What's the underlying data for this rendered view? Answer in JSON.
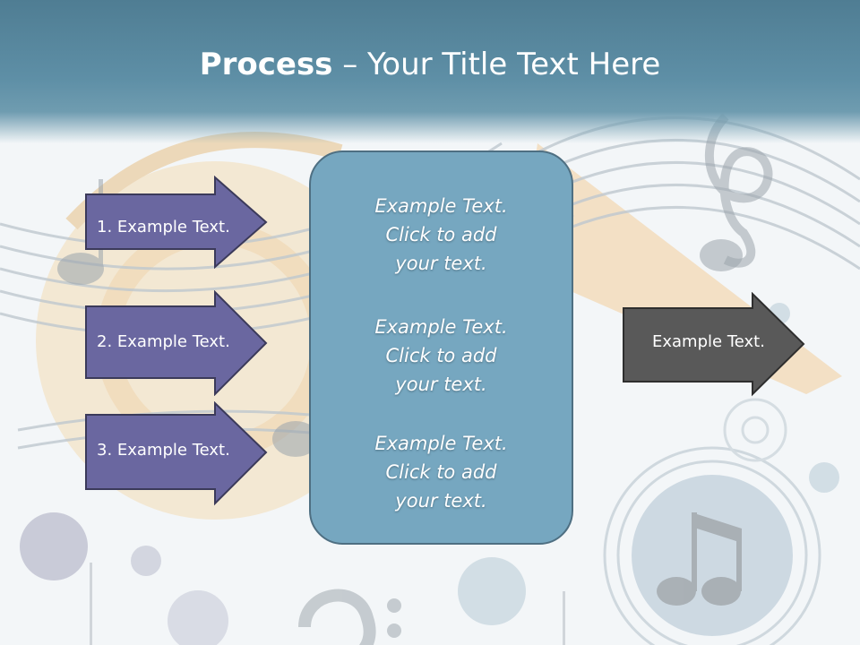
{
  "slide": {
    "title_bold": "Process",
    "title_rest": " – Your Title Text Here"
  },
  "left_arrows": [
    {
      "label": "1. Example Text."
    },
    {
      "label": "2. Example Text."
    },
    {
      "label": "3. Example Text."
    }
  ],
  "center_box": {
    "paragraphs": [
      {
        "line1": "Example Text.",
        "line2": "Click  to add",
        "line3": "your text."
      },
      {
        "line1": "Example Text.",
        "line2": "Click  to add",
        "line3": "your text."
      },
      {
        "line1": "Example Text.",
        "line2": "Click  to add",
        "line3": "your text."
      }
    ]
  },
  "right_arrow": {
    "label": "Example Text."
  },
  "colors": {
    "header": "#5e8fa6",
    "left_arrow_fill": "#6a67a0",
    "center_box_fill": "#76a7c0",
    "right_arrow_fill": "#595959"
  },
  "icons": [
    "music-note-icon",
    "treble-clef-icon",
    "bass-clef-icon",
    "french-horn-icon"
  ]
}
